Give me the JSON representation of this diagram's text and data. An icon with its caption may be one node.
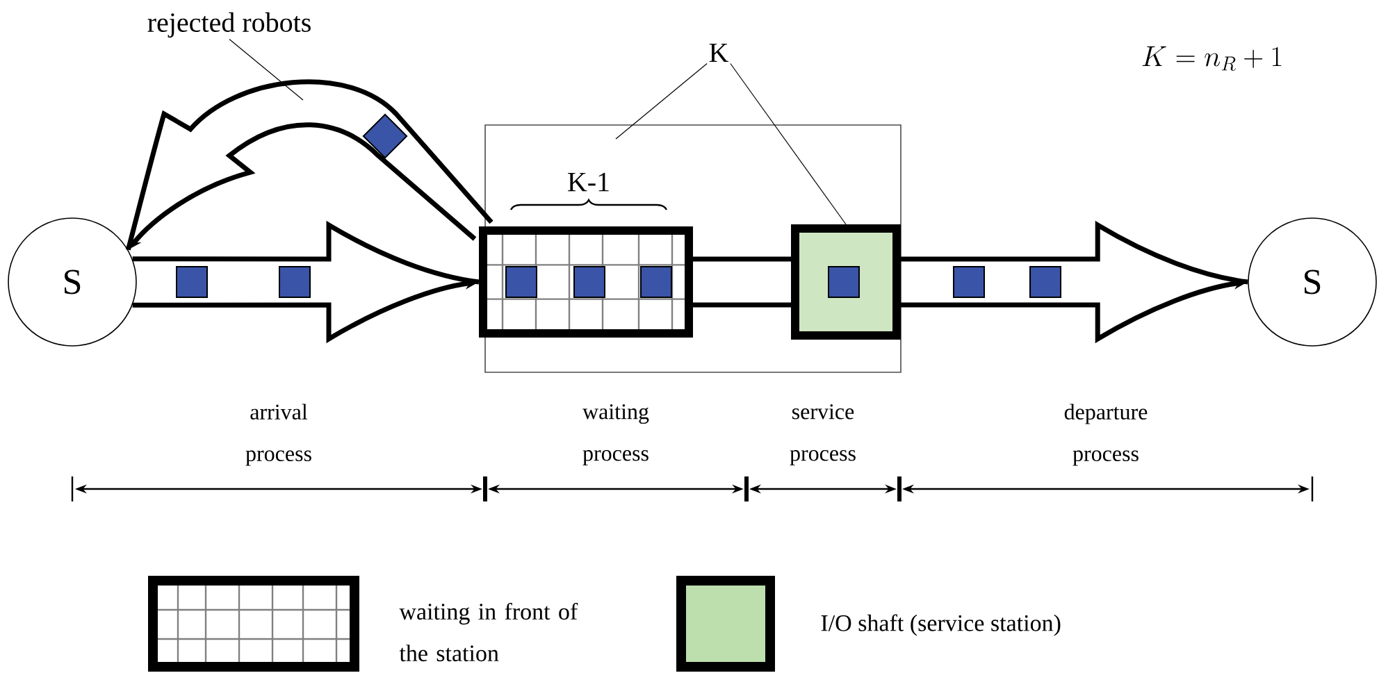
{
  "diagram": {
    "nodes": [
      {
        "text": [
          "S"
        ]
      },
      {
        "text": [],
        "shape": "box"
      },
      {
        "text": [],
        "shape": "box",
        "in": 1,
        "beside": [
          "K-1"
        ]
      },
      {
        "text": [],
        "shape": "box",
        "in": 1
      },
      {
        "text": [
          "S"
        ]
      },
      {
        "text": [
          "rejected robots"
        ]
      },
      {
        "text": [
          "K"
        ]
      }
    ],
    "edges": [
      {
        "from": 0,
        "to": 2,
        "arrow": "to"
      },
      {
        "from": 2,
        "to": 3,
        "arrow": "none"
      },
      {
        "from": 3,
        "to": 4,
        "arrow": "to"
      },
      {
        "from": 2,
        "to": 0,
        "arrow": "to"
      },
      {
        "from": 5,
        "to": null,
        "arrow": "none"
      },
      {
        "from": 6,
        "to": 2,
        "arrow": "none"
      },
      {
        "from": 6,
        "to": 3,
        "arrow": "none"
      }
    ],
    "labels": [
      "K = n_R + 1",
      "arrival process",
      "waiting process",
      "service process",
      "departure process"
    ],
    "legend": [
      {
        "text": "waiting in front of the station"
      },
      {
        "text": "I/O shaft (service station)",
        "color": "#bddfae"
      }
    ]
  }
}
